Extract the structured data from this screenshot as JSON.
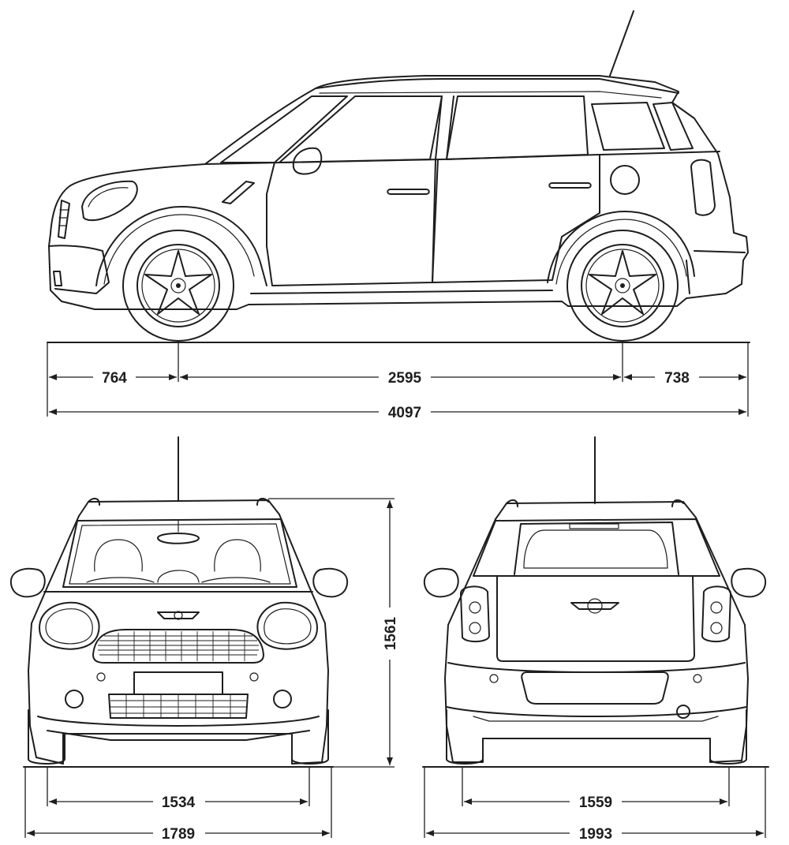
{
  "dimensions": {
    "front_overhang": "764",
    "wheelbase": "2595",
    "rear_overhang": "738",
    "overall_length": "4097",
    "height": "1561",
    "front_track": "1534",
    "overall_width_front": "1789",
    "rear_track": "1559",
    "overall_width_rear": "1993"
  },
  "colors": {
    "line": "#1e1e1e",
    "background": "#ffffff"
  }
}
